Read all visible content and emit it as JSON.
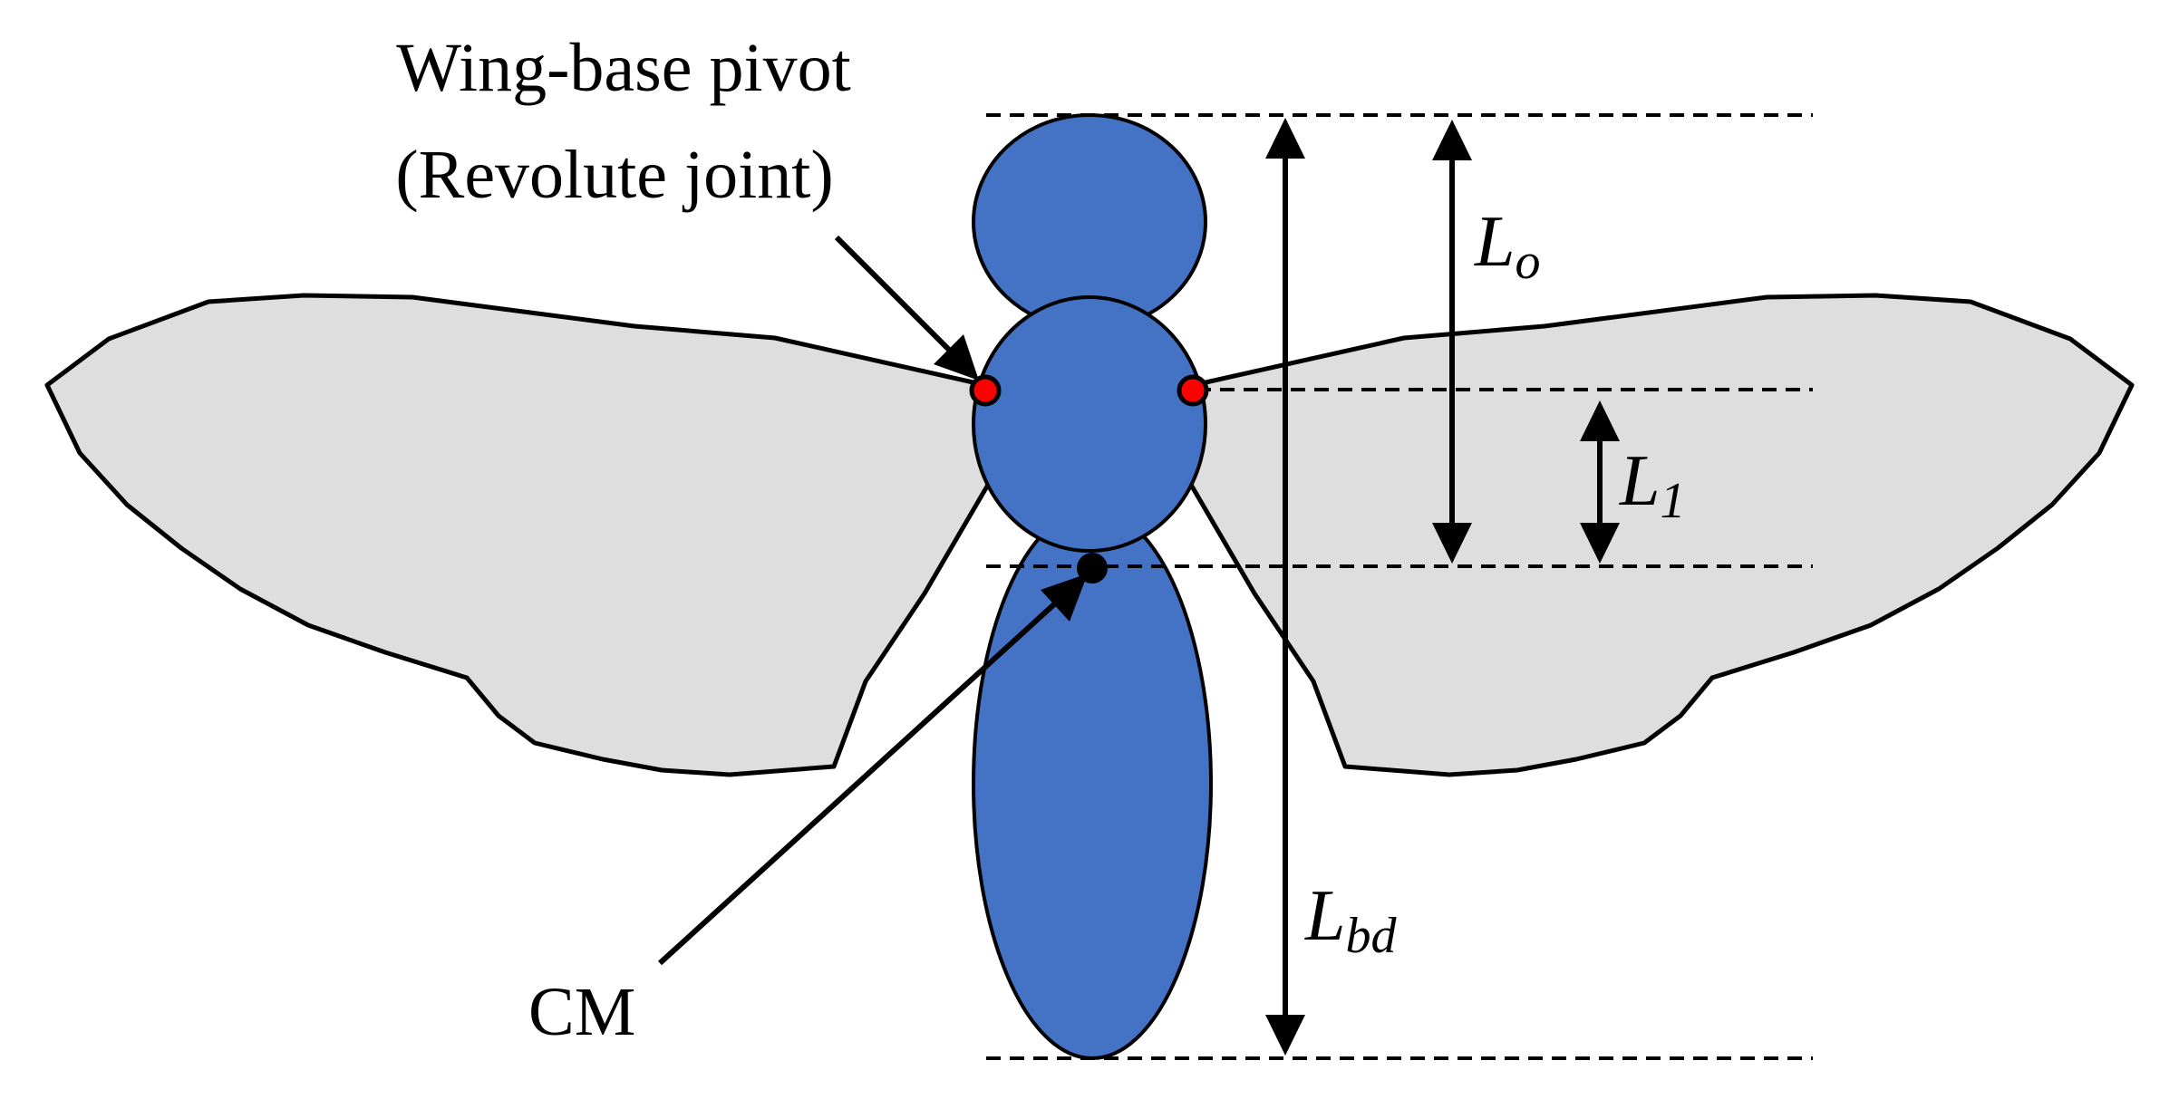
{
  "labels": {
    "pivot_line1": "Wing-base pivot",
    "pivot_line2": "(Revolute joint)",
    "cm": "CM",
    "L_o": {
      "base": "L",
      "sub": "o"
    },
    "L_1": {
      "base": "L",
      "sub": "1"
    },
    "L_bd": {
      "base": "L",
      "sub": "bd"
    }
  },
  "colors": {
    "body": "#4472C4",
    "wing": "#DEDEDE",
    "pivot": "#FF0000",
    "cm_dot": "#000000",
    "outline": "#000000"
  }
}
